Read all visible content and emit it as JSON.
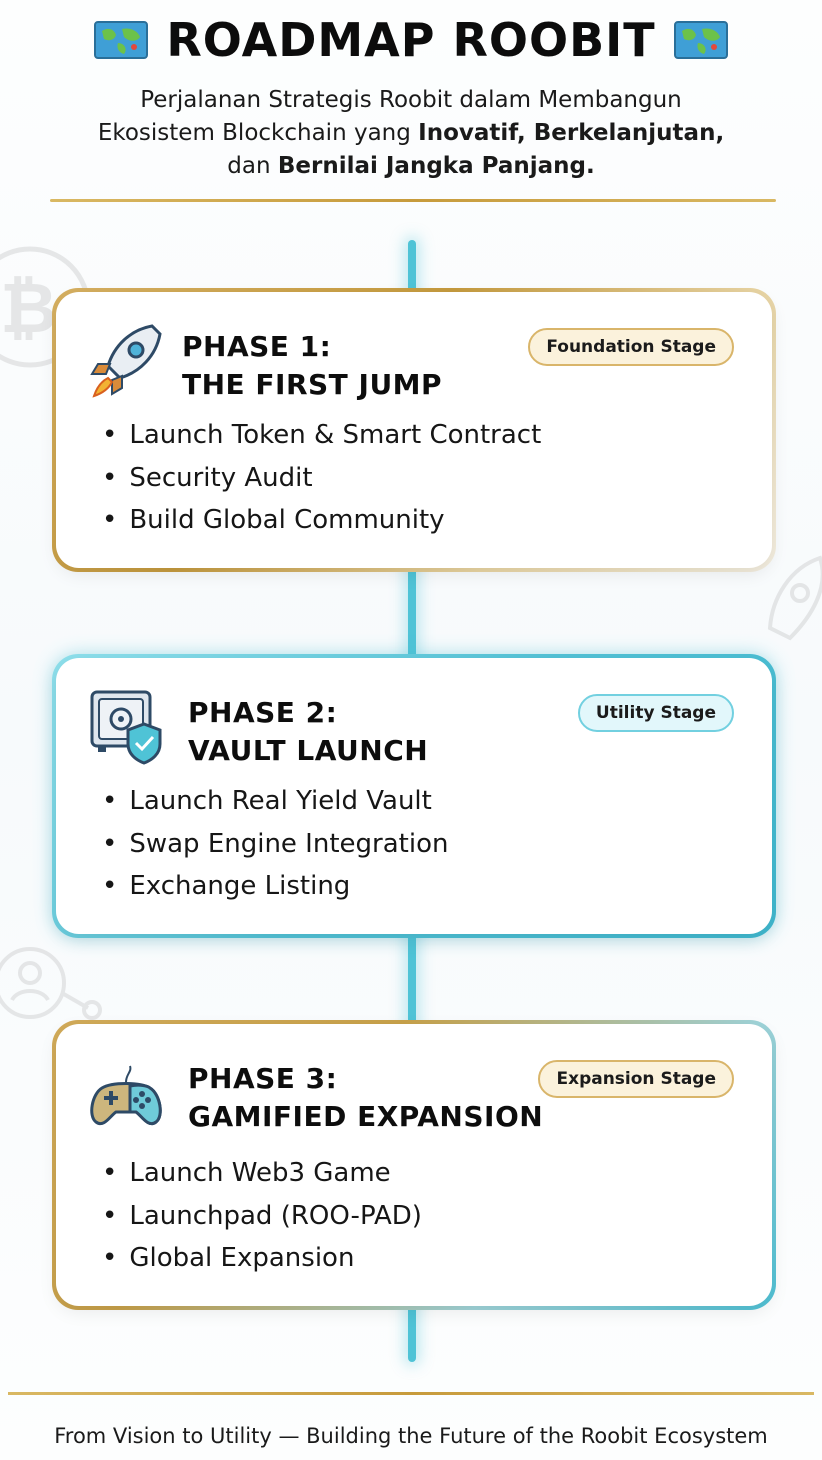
{
  "header": {
    "title": "ROADMAP ROOBIT",
    "left_icon": "world-map-icon",
    "right_icon": "world-map-icon",
    "subtitle_line1": "Perjalanan Strategis Roobit dalam Membangun",
    "subtitle_line2_plain": "Ekosistem Blockchain yang ",
    "subtitle_line2_bold": "Inovatif, Berkelanjutan,",
    "subtitle_line3_plain": "dan ",
    "subtitle_line3_bold": "Bernilai Jangka Panjang."
  },
  "phases": [
    {
      "title_line1": "PHASE 1:",
      "title_line2": "THE FIRST JUMP",
      "badge": "Foundation Stage",
      "icon": "rocket-icon",
      "items": [
        "Launch Token & Smart Contract",
        "Security Audit",
        "Build Global Community"
      ]
    },
    {
      "title_line1": "PHASE 2:",
      "title_line2": "VAULT LAUNCH",
      "badge": "Utility Stage",
      "icon": "vault-shield-icon",
      "items": [
        "Launch Real Yield Vault",
        "Swap Engine Integration",
        "Exchange Listing"
      ]
    },
    {
      "title_line1": "PHASE 3:",
      "title_line2": "GAMIFIED EXPANSION",
      "badge": "Expansion Stage",
      "icon": "gamepad-icon",
      "items": [
        "Launch Web3 Game",
        "Launchpad (ROO-PAD)",
        "Global Expansion"
      ]
    }
  ],
  "footer": {
    "tagline": "From Vision to Utility — Building the Future of the Roobit Ecosystem"
  },
  "colors": {
    "gold": "#c79b3c",
    "teal": "#4fc3d6"
  }
}
